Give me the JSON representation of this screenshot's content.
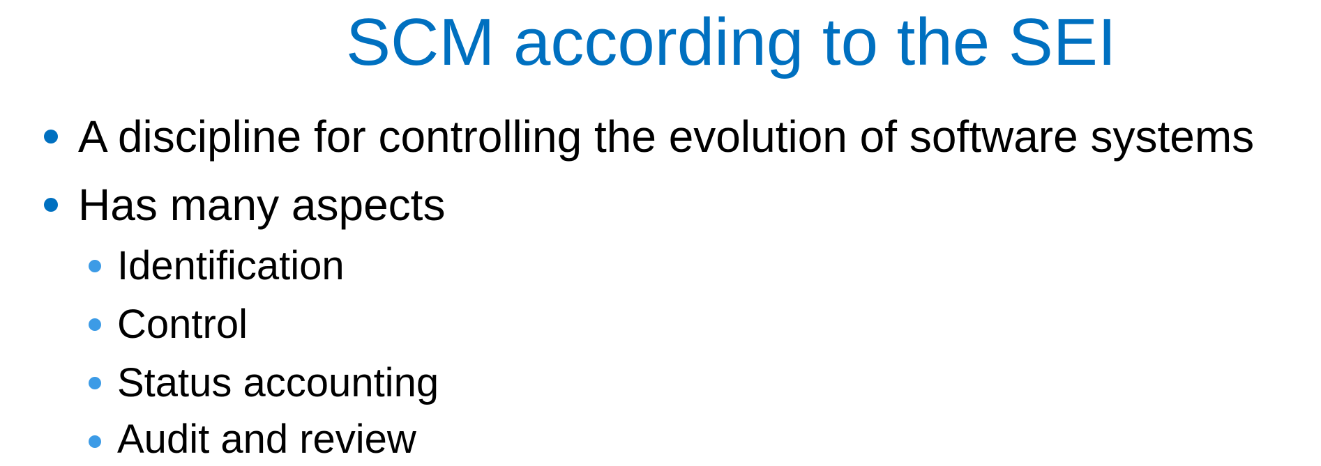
{
  "slide": {
    "title": "SCM according to the SEI",
    "bullets": [
      {
        "text": "A discipline for controlling the evolution of software systems",
        "subitems": []
      },
      {
        "text": "Has many aspects",
        "subitems": [
          "Identification",
          "Control",
          "Status accounting",
          "Audit and review"
        ]
      }
    ]
  },
  "colors": {
    "title": "#0070c0",
    "bullet_level1": "#0070c0",
    "bullet_level2": "#3c9be6",
    "body_text": "#000000"
  }
}
